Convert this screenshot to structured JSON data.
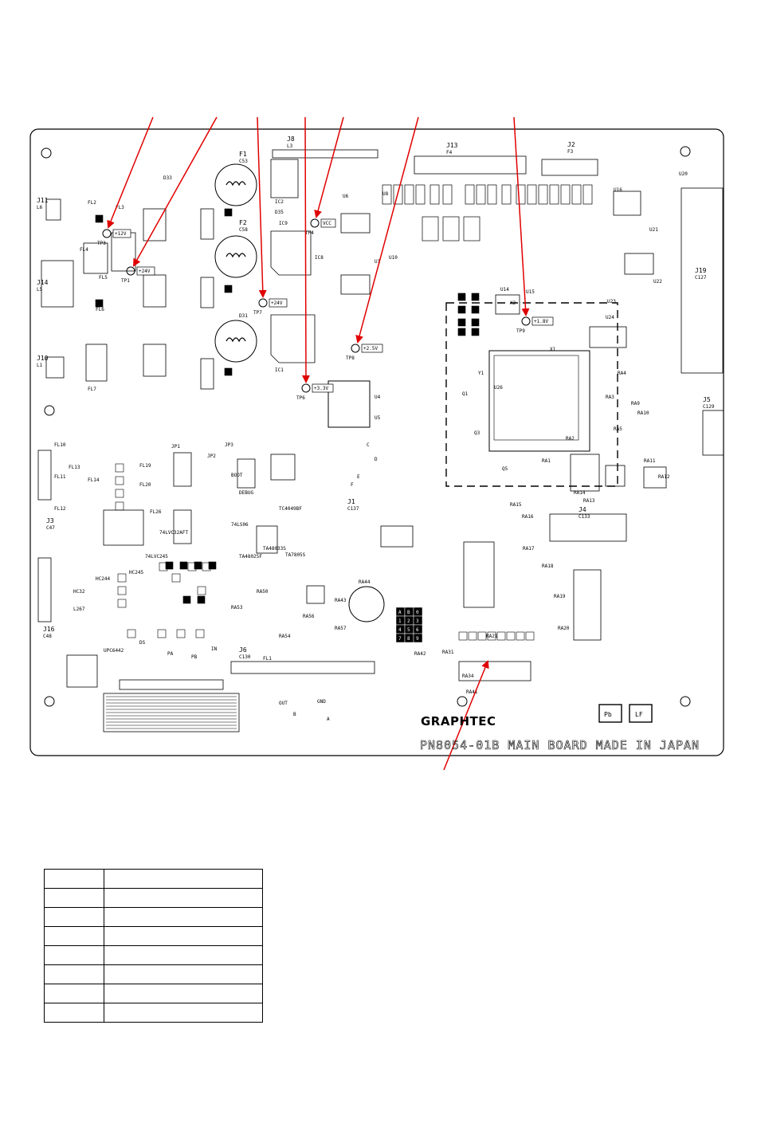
{
  "board": {
    "brand": "GRAPHTEC",
    "name": "PN8054-01B MAIN BOARD MADE IN JAPAN",
    "marks": [
      "Pb",
      "LF"
    ]
  },
  "test_points": [
    {
      "id": "TP3",
      "voltage": "+12V"
    },
    {
      "id": "TP1",
      "voltage": "+24V"
    },
    {
      "id": "TP7",
      "voltage": "+24V"
    },
    {
      "id": "TP6",
      "voltage": "+3.3V"
    },
    {
      "id": "TP4",
      "voltage": "VCC"
    },
    {
      "id": "TP8",
      "voltage": "+2.5V"
    },
    {
      "id": "TP9",
      "voltage": "+1.8V"
    }
  ],
  "connector_labels": [
    "J11",
    "J14",
    "J10",
    "J8",
    "J13",
    "J2",
    "J19",
    "J5",
    "J6",
    "J4",
    "J1",
    "J3",
    "J16",
    "F1",
    "F2"
  ],
  "component_labels": [
    "L6",
    "L5",
    "L1",
    "L3",
    "F4",
    "F3",
    "C127",
    "C129",
    "C130",
    "C133",
    "C137",
    "C47",
    "C48",
    "C53",
    "C58",
    "D31",
    "D33",
    "D35",
    "IC1",
    "IC2",
    "IC8",
    "IC9",
    "U1",
    "U4",
    "U5",
    "U6",
    "U8",
    "U10",
    "U14",
    "U15",
    "U16",
    "U20",
    "U21",
    "U22",
    "U23",
    "U24",
    "U26",
    "X1",
    "X2",
    "Y1",
    "Q1",
    "Q3",
    "Q5",
    "RA1",
    "RA2",
    "RA3",
    "RA4",
    "RA5",
    "RA9",
    "RA10",
    "RA11",
    "RA12",
    "RA13",
    "RA14",
    "RA15",
    "RA16",
    "RA17",
    "RA18",
    "RA19",
    "RA20",
    "RA21",
    "RA31",
    "RA34",
    "RA41",
    "RA42",
    "RA43",
    "RA44",
    "RA50",
    "RA53",
    "RA54",
    "RA56",
    "RA57",
    "FL1",
    "FL2",
    "FL3",
    "FL4",
    "FL5",
    "FL6",
    "FL7",
    "FL10",
    "FL11",
    "FL12",
    "FL13",
    "FL14",
    "FL19",
    "FL20",
    "FL26",
    "JP1",
    "JP2",
    "JP3",
    "BOOT",
    "DEBUG",
    "TC4049BF",
    "TA7805S",
    "TA48033S",
    "TA48025F",
    "74LS06",
    "74LVC32AFT",
    "74LVC245",
    "HC245",
    "HC244",
    "HC32",
    "L267",
    "UPC6442",
    "DS",
    "PA",
    "PB",
    "IN",
    "OUT",
    "GND",
    "A",
    "B",
    "C",
    "D",
    "E",
    "F"
  ],
  "dip_switch": {
    "cells": [
      "A",
      "B",
      "0",
      "1",
      "2",
      "3",
      "4",
      "5",
      "6",
      "7",
      "8",
      "9"
    ]
  },
  "legend_rows": [
    [
      "",
      ""
    ],
    [
      "",
      ""
    ],
    [
      "",
      ""
    ],
    [
      "",
      ""
    ],
    [
      "",
      ""
    ],
    [
      "",
      ""
    ],
    [
      "",
      ""
    ],
    [
      "",
      ""
    ]
  ]
}
